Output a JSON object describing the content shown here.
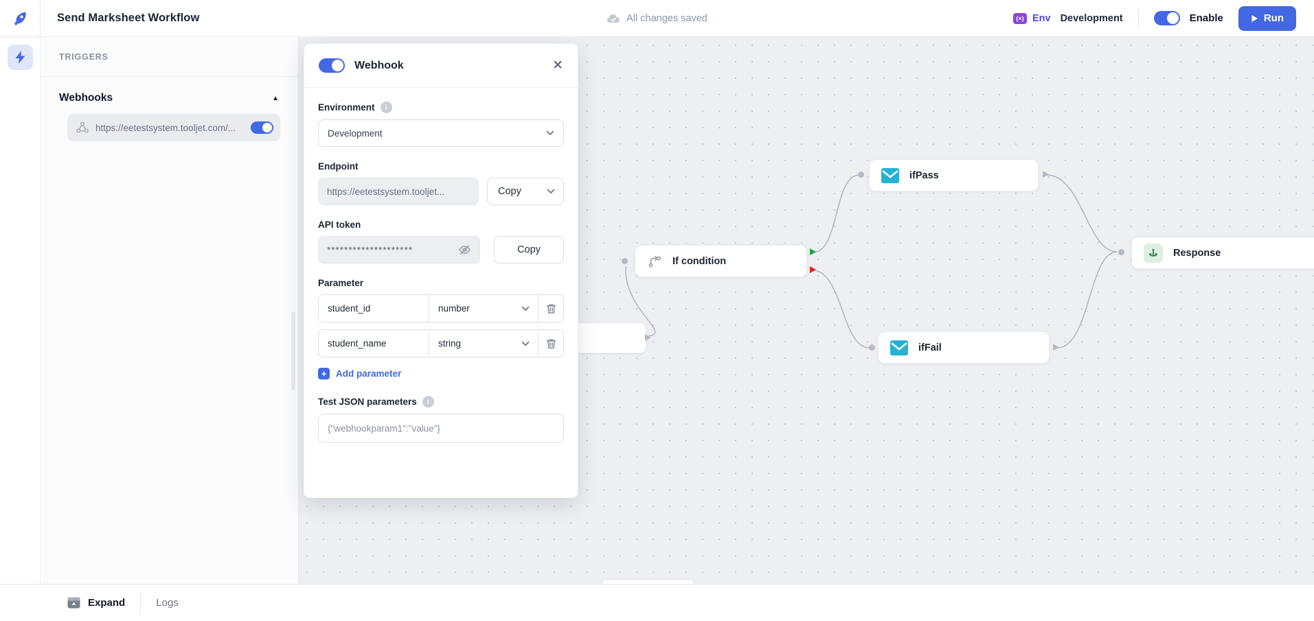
{
  "header": {
    "title": "Send Marksheet Workflow",
    "save_status": "All changes saved",
    "env_badge_glyph": "(×)",
    "env_label": "Env",
    "env_value": "Development",
    "enable_label": "Enable",
    "run_label": "Run"
  },
  "sidebar": {
    "section_title": "TRIGGERS",
    "group_title": "Webhooks",
    "webhook_url": "https://eetestsystem.tooljet.com/..."
  },
  "panel": {
    "title": "Webhook",
    "close_glyph": "✕",
    "environment_label": "Environment",
    "environment_value": "Development",
    "endpoint_label": "Endpoint",
    "endpoint_value": "https://eetestsystem.tooljet...",
    "endpoint_copy_label": "Copy",
    "api_token_label": "API token",
    "api_token_value": "********************",
    "api_token_copy_label": "Copy",
    "parameter_label": "Parameter",
    "rows": [
      {
        "name": "student_id",
        "type": "number"
      },
      {
        "name": "student_name",
        "type": "string"
      }
    ],
    "add_parameter_label": "Add parameter",
    "test_json_label": "Test JSON parameters",
    "test_json_placeholder": "{\"webhookparam1\":\"value\"}"
  },
  "canvas": {
    "node_if": "If condition",
    "node_ifpass": "ifPass",
    "node_iffail": "ifFail",
    "node_response": "Response",
    "toolbar_icons": [
      "zoom-in",
      "zoom-out",
      "fit-view",
      "lock"
    ]
  },
  "footer": {
    "expand_label": "Expand",
    "logs_label": "Logs"
  },
  "colors": {
    "accent": "#4368e3",
    "env_icon": "#8b44d8",
    "env_text": "#4f46e5",
    "mail_icon": "#25b1d4",
    "response_icon": "#2e844a",
    "pass_handle": "#16a34a",
    "fail_handle": "#dc2626",
    "canvas_bg": "#edeff3"
  }
}
